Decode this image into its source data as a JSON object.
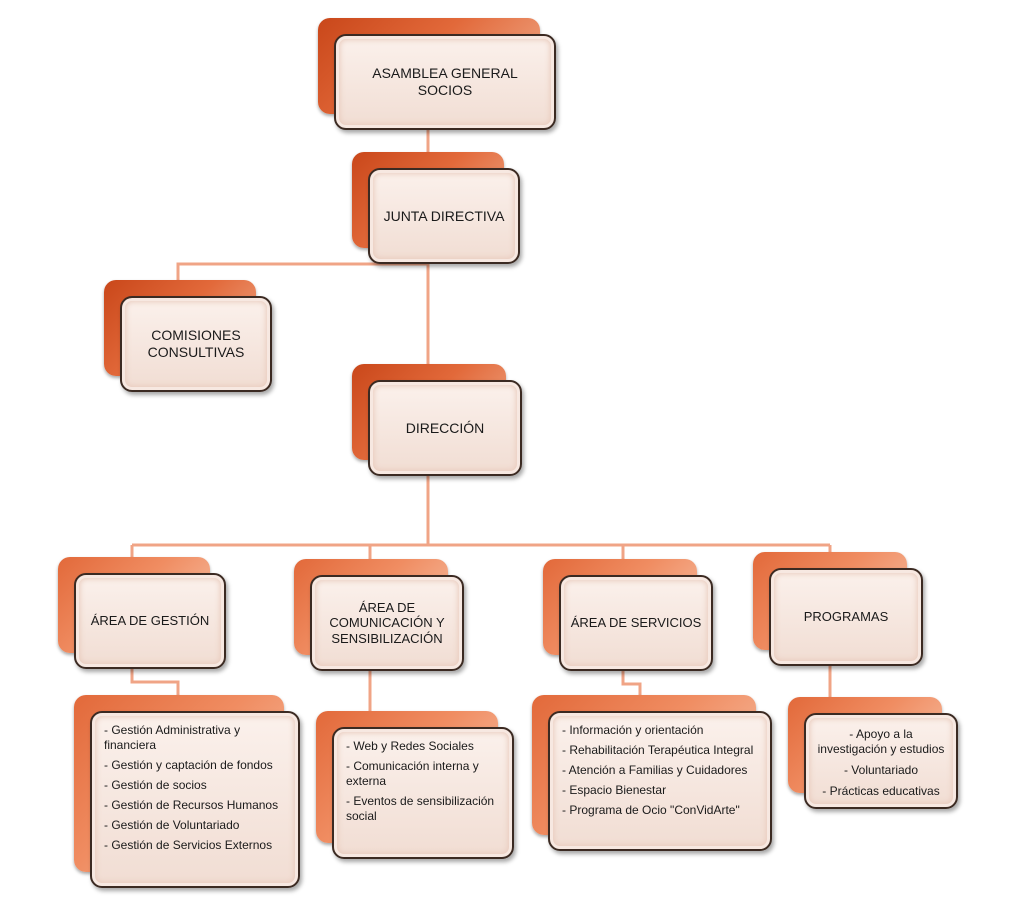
{
  "nodes": {
    "asamblea": "ASAMBLEA GENERAL SOCIOS",
    "junta": "JUNTA DIRECTIVA",
    "comisiones": "COMISIONES CONSULTIVAS",
    "direccion": "DIRECCIÓN",
    "gestion": "ÁREA DE GESTIÓN",
    "comunicacion": "ÁREA DE COMUNICACIÓN Y SENSIBILIZACIÓN",
    "servicios": "ÁREA DE SERVICIOS",
    "programas": "PROGRAMAS"
  },
  "lists": {
    "gestion": [
      "Gestión Administrativa y financiera",
      "Gestión y captación de fondos",
      "Gestión de socios",
      "Gestión de Recursos Humanos",
      "Gestión de Voluntariado",
      "Gestión de Servicios Externos"
    ],
    "comunicacion": [
      "Web y Redes Sociales",
      "Comunicación interna y externa",
      "Eventos de sensibilización social"
    ],
    "servicios": [
      "Información y orientación",
      "Rehabilitación Terapéutica Integral",
      "Atención a Familias y Cuidadores",
      "Espacio Bienestar",
      "Programa de Ocio \"ConVidArte\""
    ],
    "programas": [
      "Apoyo a la investigación y estudios",
      "Voluntariado",
      "Prácticas educativas"
    ]
  },
  "colors": {
    "connector": "#f0a486",
    "accent_dark": "#c9471a",
    "accent_light": "#f2b394",
    "box_border": "#3b2a22"
  }
}
